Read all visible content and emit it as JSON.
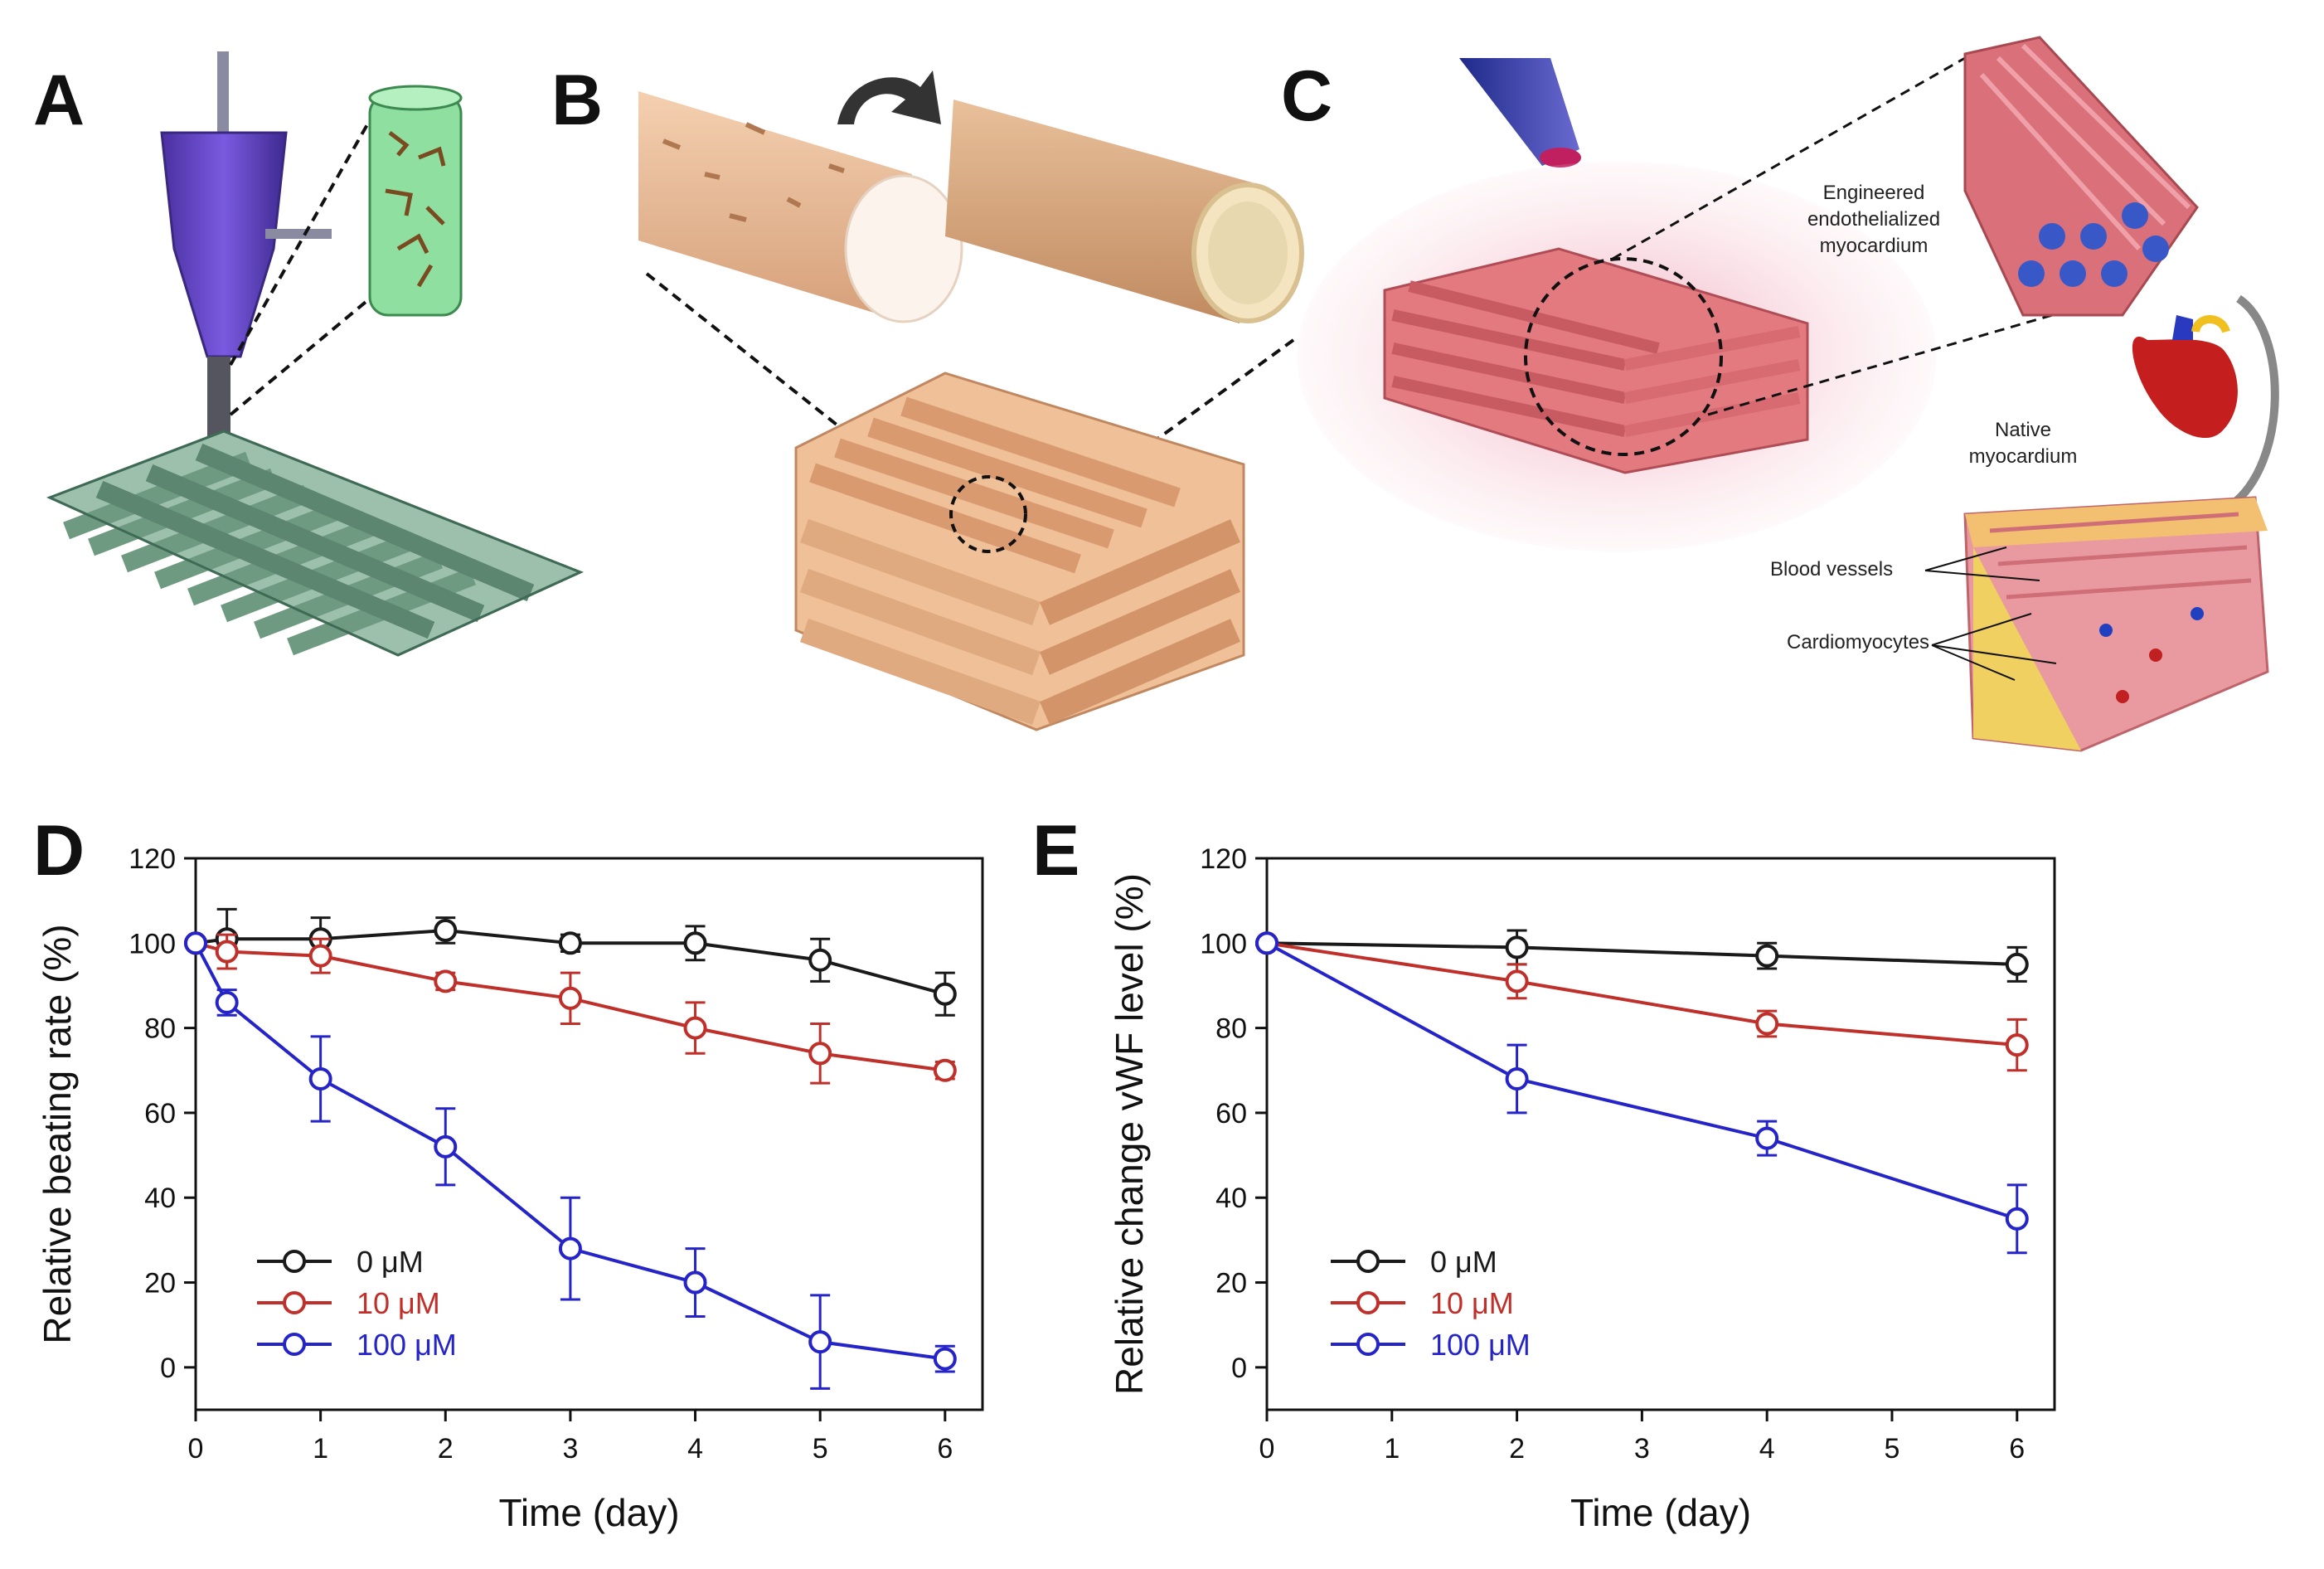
{
  "panels": {
    "A": "A",
    "B": "B",
    "C": "C",
    "D": "D",
    "E": "E"
  },
  "panel_c_labels": {
    "engineered": [
      "Engineered",
      "endothelialized",
      "myocardium"
    ],
    "native": [
      "Native",
      "myocardium"
    ],
    "blood_vessels": "Blood vessels",
    "cardiomyocytes": "Cardiomyocytes"
  },
  "colors": {
    "series_0": "#1a1a1a",
    "series_10": "#c0302a",
    "series_100": "#2424c8",
    "nozzle": "#6a48c8",
    "scaffold_green": "#6f9a82",
    "scaffold_orange": "#e8b48a",
    "tissue_pink": "#e07a80"
  },
  "chart_data": [
    {
      "type": "line",
      "panel": "D",
      "xlabel": "Time (day)",
      "ylabel": "Relative beating rate (%)",
      "xlim": [
        0,
        6.3
      ],
      "ylim": [
        -10,
        120
      ],
      "xticks": [
        "0",
        "1",
        "2",
        "3",
        "4",
        "5",
        "6"
      ],
      "yticks": [
        "0",
        "20",
        "40",
        "60",
        "80",
        "100",
        "120"
      ],
      "legend_position": "bottom-left",
      "series": [
        {
          "name": "0 μM",
          "color": "#1a1a1a",
          "x": [
            0,
            0.25,
            1,
            2,
            3,
            4,
            5,
            6
          ],
          "y": [
            100,
            101,
            101,
            103,
            100,
            100,
            96,
            88
          ],
          "err": [
            0,
            7,
            5,
            3,
            2,
            4,
            5,
            5
          ]
        },
        {
          "name": "10 μM",
          "color": "#c0302a",
          "x": [
            0,
            0.25,
            1,
            2,
            3,
            4,
            5,
            6
          ],
          "y": [
            100,
            98,
            97,
            91,
            87,
            80,
            74,
            70
          ],
          "err": [
            0,
            4,
            4,
            2,
            6,
            6,
            7,
            2
          ]
        },
        {
          "name": "100 μM",
          "color": "#2424c8",
          "x": [
            0,
            0.25,
            1,
            2,
            3,
            4,
            5,
            6
          ],
          "y": [
            100,
            86,
            68,
            52,
            28,
            20,
            6,
            2
          ],
          "err": [
            0,
            3,
            10,
            9,
            12,
            8,
            11,
            3
          ]
        }
      ]
    },
    {
      "type": "line",
      "panel": "E",
      "xlabel": "Time (day)",
      "ylabel": "Relative change vWF level (%)",
      "xlim": [
        0,
        6.3
      ],
      "ylim": [
        -10,
        120
      ],
      "xticks": [
        "0",
        "1",
        "2",
        "3",
        "4",
        "5",
        "6"
      ],
      "yticks": [
        "0",
        "20",
        "40",
        "60",
        "80",
        "100",
        "120"
      ],
      "legend_position": "bottom-left",
      "series": [
        {
          "name": "0 μM",
          "color": "#1a1a1a",
          "x": [
            0,
            2,
            4,
            6
          ],
          "y": [
            100,
            99,
            97,
            95
          ],
          "err": [
            0,
            4,
            3,
            4
          ]
        },
        {
          "name": "10 μM",
          "color": "#c0302a",
          "x": [
            0,
            2,
            4,
            6
          ],
          "y": [
            100,
            91,
            81,
            76
          ],
          "err": [
            0,
            4,
            3,
            6
          ]
        },
        {
          "name": "100 μM",
          "color": "#2424c8",
          "x": [
            0,
            2,
            4,
            6
          ],
          "y": [
            100,
            68,
            54,
            35
          ],
          "err": [
            0,
            8,
            4,
            8
          ]
        }
      ]
    }
  ]
}
